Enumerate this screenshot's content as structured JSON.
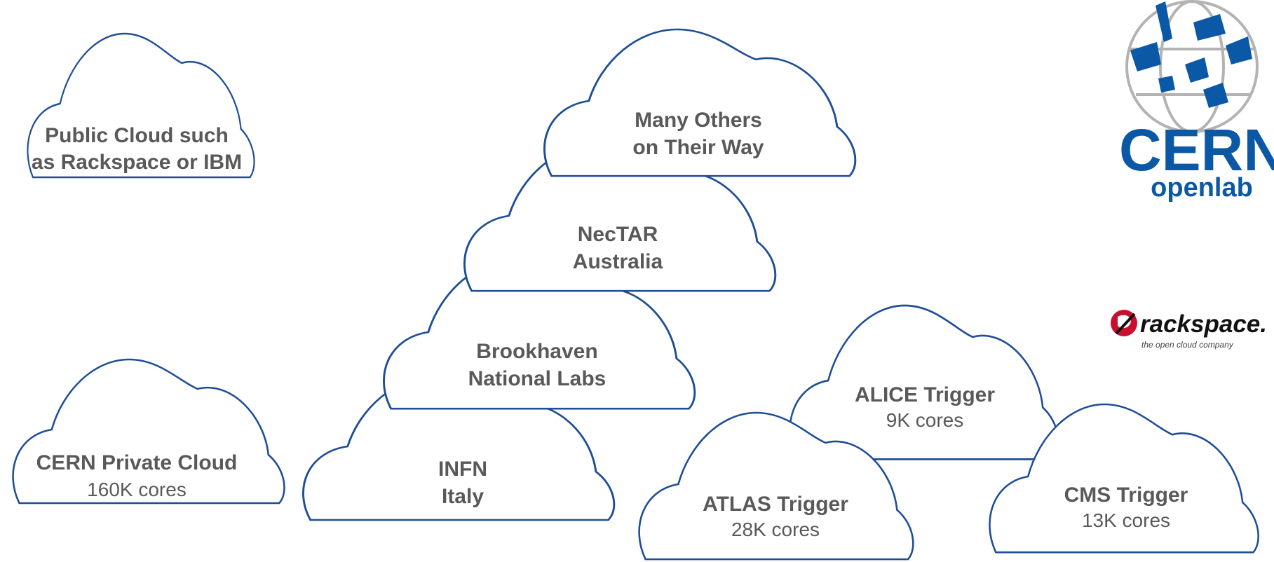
{
  "clouds": [
    {
      "id": "public-cloud",
      "lines": [
        {
          "text": "Public Cloud such",
          "bold": true
        },
        {
          "text": "as Rackspace or IBM",
          "bold": true
        }
      ]
    },
    {
      "id": "cern-private-cloud",
      "lines": [
        {
          "text": "CERN Private Cloud",
          "bold": true
        },
        {
          "text": "160K cores",
          "bold": false
        }
      ]
    },
    {
      "id": "infn-italy",
      "lines": [
        {
          "text": "INFN",
          "bold": true
        },
        {
          "text": "Italy",
          "bold": true
        }
      ]
    },
    {
      "id": "brookhaven",
      "lines": [
        {
          "text": "Brookhaven",
          "bold": true
        },
        {
          "text": "National Labs",
          "bold": true
        }
      ]
    },
    {
      "id": "nectar",
      "lines": [
        {
          "text": "NecTAR",
          "bold": true
        },
        {
          "text": "Australia",
          "bold": true
        }
      ]
    },
    {
      "id": "many-others",
      "lines": [
        {
          "text": "Many Others",
          "bold": true
        },
        {
          "text": "on Their Way",
          "bold": true
        }
      ]
    },
    {
      "id": "alice-trigger",
      "lines": [
        {
          "text": "ALICE Trigger",
          "bold": true
        },
        {
          "text": "9K cores",
          "bold": false
        }
      ]
    },
    {
      "id": "atlas-trigger",
      "lines": [
        {
          "text": "ATLAS Trigger",
          "bold": true
        },
        {
          "text": "28K cores",
          "bold": false
        }
      ]
    },
    {
      "id": "cms-trigger",
      "lines": [
        {
          "text": "CMS Trigger",
          "bold": true
        },
        {
          "text": "13K cores",
          "bold": false
        }
      ]
    }
  ],
  "logos": {
    "cern": {
      "word": "CERN",
      "sub": "openlab"
    },
    "rackspace": {
      "word": "rackspace.",
      "tagline": "the open cloud company"
    }
  },
  "colors": {
    "outline": "#1f4e96",
    "text": "#595959",
    "cern_blue": "#0a58a6",
    "rackspace_red": "#c8102e"
  }
}
